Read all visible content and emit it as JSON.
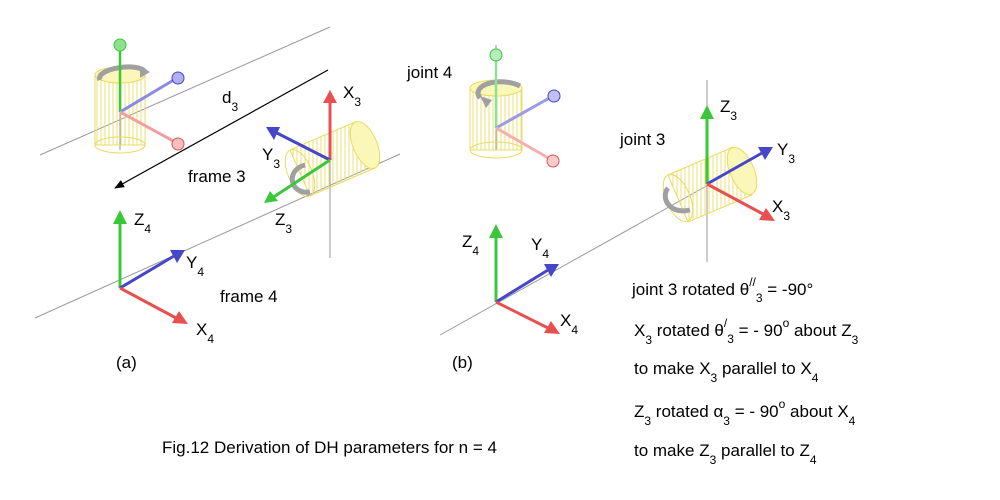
{
  "colors": {
    "x_axis": "#e85050",
    "y_axis": "#4646c8",
    "z_axis": "#3ac83a",
    "cylinder": "#f5f08a",
    "line": "#9a9a9a",
    "text": "#000000"
  },
  "panel_a": {
    "label": "(a)",
    "d3_label": {
      "base": "d",
      "sub": "3"
    },
    "frame3_label": "frame 3",
    "frame4_label": "frame 4",
    "frame3_axes": {
      "x": {
        "base": "X",
        "sub": "3"
      },
      "y": {
        "base": "Y",
        "sub": "3"
      },
      "z": {
        "base": "Z",
        "sub": "3"
      }
    },
    "frame4_axes": {
      "x": {
        "base": "X",
        "sub": "4"
      },
      "y": {
        "base": "Y",
        "sub": "4"
      },
      "z": {
        "base": "Z",
        "sub": "4"
      }
    }
  },
  "panel_b": {
    "label": "(b)",
    "joint4_label": "joint 4",
    "joint3_label": "joint 3",
    "frame3_axes": {
      "x": {
        "base": "X",
        "sub": "3"
      },
      "y": {
        "base": "Y",
        "sub": "3"
      },
      "z": {
        "base": "Z",
        "sub": "3"
      }
    },
    "frame4_axes": {
      "x": {
        "base": "X",
        "sub": "4"
      },
      "y": {
        "base": "Y",
        "sub": "4"
      },
      "z": {
        "base": "Z",
        "sub": "4"
      }
    }
  },
  "notes": {
    "line1": {
      "pre": "joint 3 rotated θ",
      "sup": "//",
      "sub": "3",
      "post": " = -90°"
    },
    "line2": {
      "a": "X",
      "a_sub": "3",
      "b": " rotated θ",
      "b_sup": "/",
      "b_sub": "3",
      "c": " = - 90",
      "c_sup": "o",
      "d": " about Z",
      "d_sub": "3"
    },
    "line3": {
      "a": "to make X",
      "a_sub": "3",
      "b": " parallel to X",
      "b_sub": "4"
    },
    "line4": {
      "a": "Z",
      "a_sub": "3",
      "b": " rotated α",
      "b_sub": "3",
      "c": " = - 90",
      "c_sup": "o",
      "d": " about X",
      "d_sub": "4"
    },
    "line5": {
      "a": "to make Z",
      "a_sub": "3",
      "b": " parallel to Z",
      "b_sub": "4"
    }
  },
  "caption": "Fig.12  Derivation of DH parameters for n = 4"
}
